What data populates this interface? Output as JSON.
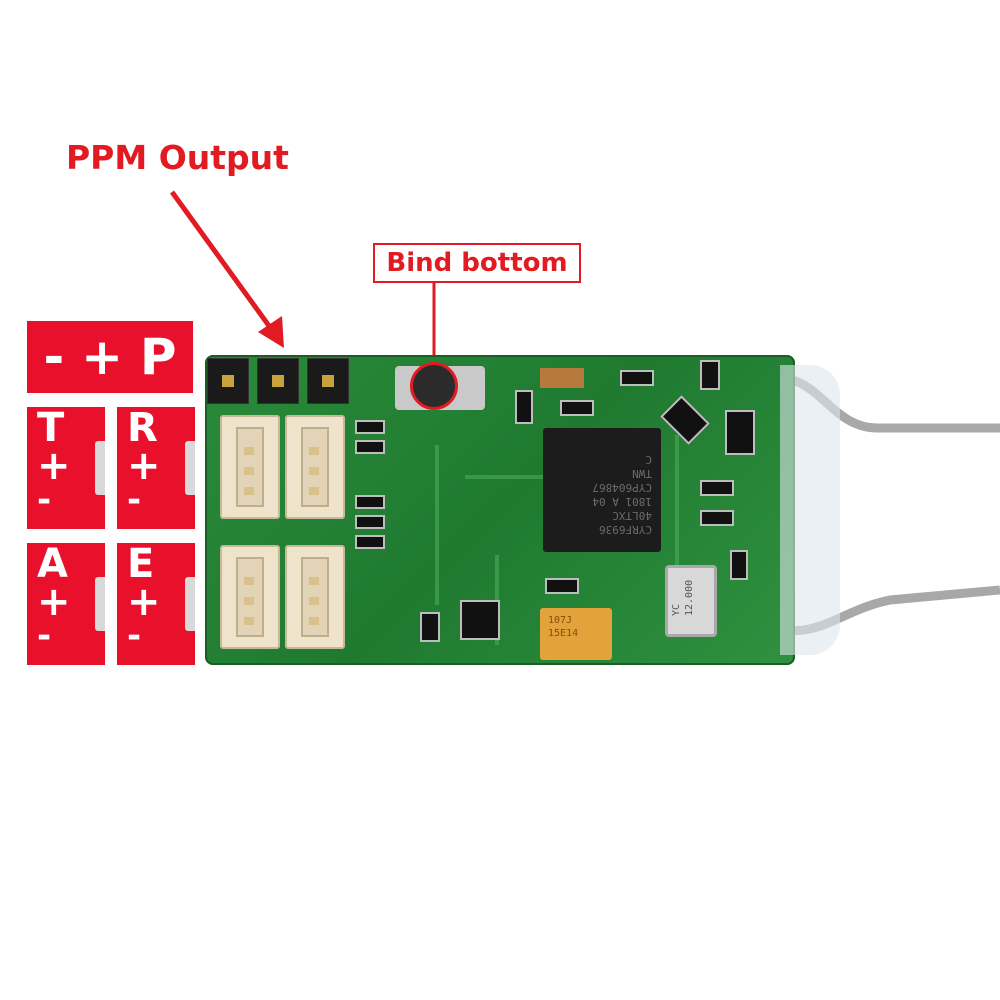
{
  "callouts": {
    "ppm_output": "PPM Output",
    "bind": "Bind bottom"
  },
  "header_legend": {
    "minus": "-",
    "plus": "+",
    "signal": "P"
  },
  "channels": [
    {
      "letter": "T",
      "plus": "+",
      "minus": "-"
    },
    {
      "letter": "R",
      "plus": "+",
      "minus": "-"
    },
    {
      "letter": "A",
      "plus": "+",
      "minus": "-"
    },
    {
      "letter": "E",
      "plus": "+",
      "minus": "-"
    }
  ],
  "chips": {
    "mcu_lines": [
      "CYRF6936",
      "40LTXC",
      "1801 A 04",
      "CYP604867",
      "TWN",
      "C"
    ],
    "cap_lines": [
      "107J",
      "15E14"
    ],
    "crystal_lines": [
      "YC",
      "12.000"
    ]
  },
  "colors": {
    "callout_red": "#e21b23",
    "legend_red": "#e8102a",
    "pcb_green": "#1f7a30"
  }
}
